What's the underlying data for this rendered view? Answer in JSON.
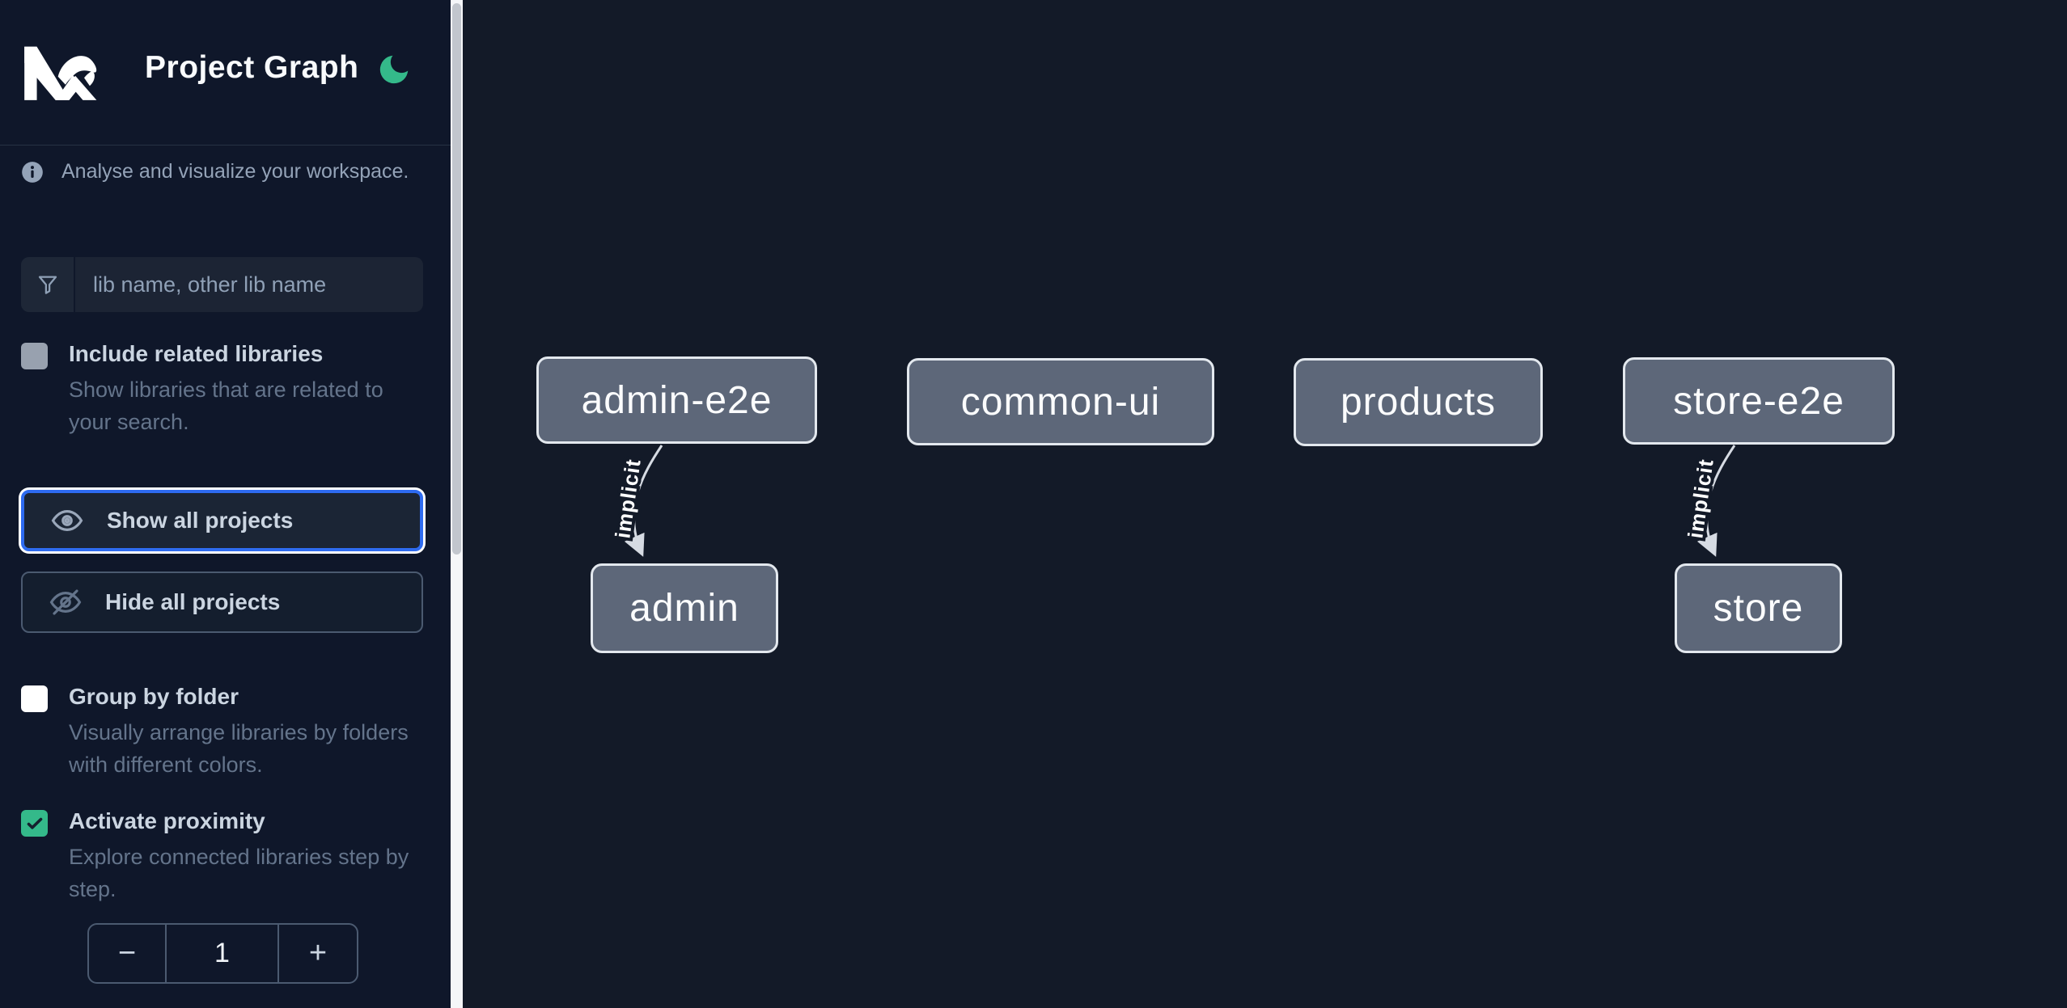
{
  "header": {
    "title": "Project Graph",
    "logo": "nx-logo",
    "theme_toggle": "moon-icon"
  },
  "sidebar": {
    "tagline": "Analyse and visualize your workspace.",
    "search": {
      "placeholder": "lib name, other lib name",
      "value": ""
    },
    "toggles": [
      {
        "label": "Include related libraries",
        "description": "Show libraries that are related to your search.",
        "checked": false
      },
      {
        "label": "Group by folder",
        "description": "Visually arrange libraries by folders with different colors.",
        "checked": false
      },
      {
        "label": "Activate proximity",
        "description": "Explore connected libraries step by step.",
        "checked": true
      }
    ],
    "buttons": [
      {
        "label": "Show all projects",
        "focused": true
      },
      {
        "label": "Hide all projects",
        "focused": false
      }
    ],
    "stepper": {
      "decrease": "−",
      "value": "1",
      "increase": "+"
    }
  },
  "graph": {
    "nodes": [
      {
        "label": "admin-e2e"
      },
      {
        "label": "common-ui"
      },
      {
        "label": "products"
      },
      {
        "label": "store-e2e"
      },
      {
        "label": "admin"
      },
      {
        "label": "store"
      }
    ],
    "edges": [
      {
        "from": "admin-e2e",
        "to": "admin",
        "label": "implicit",
        "type": "implicit"
      },
      {
        "from": "store-e2e",
        "to": "store",
        "label": "implicit",
        "type": "implicit"
      }
    ]
  },
  "fab": {
    "icon": "download-icon"
  },
  "colors": {
    "accent_green": "#34b98a",
    "focus_blue": "#2e6bf0",
    "node_fill": "#5d6779",
    "sidebar_bg": "#0f172a",
    "canvas_bg": "#131a28"
  }
}
